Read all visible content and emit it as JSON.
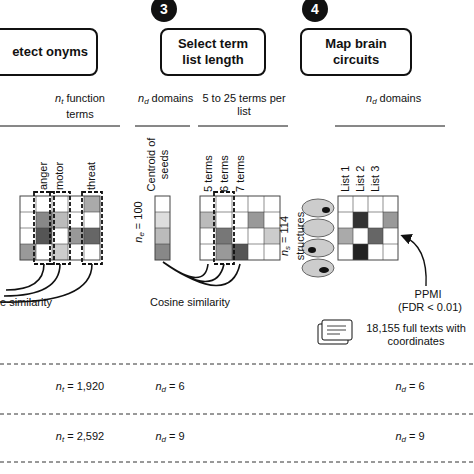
{
  "diagram": {
    "nodes": [
      {
        "text": [
          "etect onyms"
        ]
      },
      {
        "text": [
          "3"
        ]
      },
      {
        "text": [
          "Select term list length"
        ]
      },
      {
        "text": [
          "4"
        ]
      },
      {
        "text": [
          "Map brain circuits"
        ]
      }
    ],
    "labels": [
      "n",
      "t",
      "function terms",
      "anger",
      "motor",
      "threat",
      "e similarity",
      "n",
      "d",
      "domains",
      "5 to 25 terms per list",
      "Centroid of seeds",
      "n",
      "e",
      "= 100",
      "5 terms",
      "6 terms",
      "7 terms",
      "Cosine similarity",
      "n",
      "d",
      "domains",
      "List 1",
      "List 2",
      "List 3",
      "n",
      "s",
      "= 114 structures",
      "PPMI",
      "(FDR < 0.01)",
      "18,155 full texts with coordinates",
      "n",
      "t",
      "= 1,920",
      "n",
      "d",
      "= 6",
      "n",
      "d",
      "= 6",
      "n",
      "t",
      "= 2,592",
      "n",
      "d",
      "= 9",
      "n",
      "d",
      "= 9"
    ]
  }
}
